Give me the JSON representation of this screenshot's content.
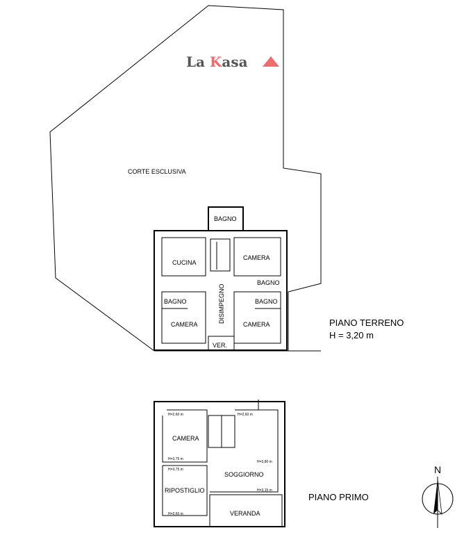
{
  "logo": {
    "part1": "La ",
    "part2": "K",
    "part3": "asa",
    "color_dark": "#555555",
    "color_accent": "#ee6b6e"
  },
  "ground_floor": {
    "title": "PIANO TERRENO",
    "height": "H = 3,20 m",
    "yard": "CORTE ESCLUSIVA",
    "rooms": {
      "bagno_top": "BAGNO",
      "cucina": "CUCINA",
      "camera_ne": "CAMERA",
      "bagno_e": "BAGNO",
      "disimpegno": "DISIMPEGNO",
      "bagno_sw": "BAGNO",
      "camera_sw": "CAMERA",
      "bagno_se": "BAGNO",
      "camera_se": "CAMERA",
      "ver": "VER."
    }
  },
  "first_floor": {
    "title": "PIANO PRIMO",
    "rooms": {
      "camera": "CAMERA",
      "soggiorno": "SOGGIORNO",
      "ripostiglio": "RIPOSTIGLIO",
      "veranda": "VERANDA"
    },
    "heights": {
      "h1": "H=2,60  m",
      "h2": "H=2,60  m",
      "h3": "H=3,75  m",
      "h4": "H=3,75  m",
      "h5": "H=3,80  m",
      "h6": "H=3,15  m",
      "h7": "H=2,60  m"
    }
  },
  "compass": {
    "label": "N"
  }
}
